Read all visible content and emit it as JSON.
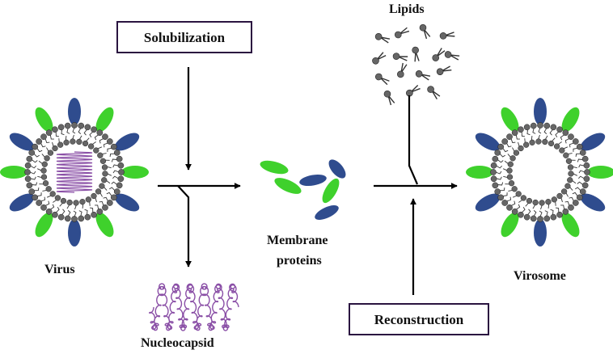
{
  "labels": {
    "virus": "Virus",
    "nucleocapsid": "Nucleocapsid",
    "membrane_line1": "Membrane",
    "membrane_line2": "proteins",
    "lipids": "Lipids",
    "virosome": "Virosome"
  },
  "steps": {
    "solubilization": "Solubilization",
    "reconstruction": "Reconstruction"
  },
  "colors": {
    "spike_green": "#3fd12c",
    "spike_blue": "#2f4c8e",
    "lipid_head": "#666666",
    "lipid_tail": "#333333",
    "nucleocapsid": "#8a4fa6",
    "arrow": "#000000",
    "box_border": "#2a1440"
  }
}
